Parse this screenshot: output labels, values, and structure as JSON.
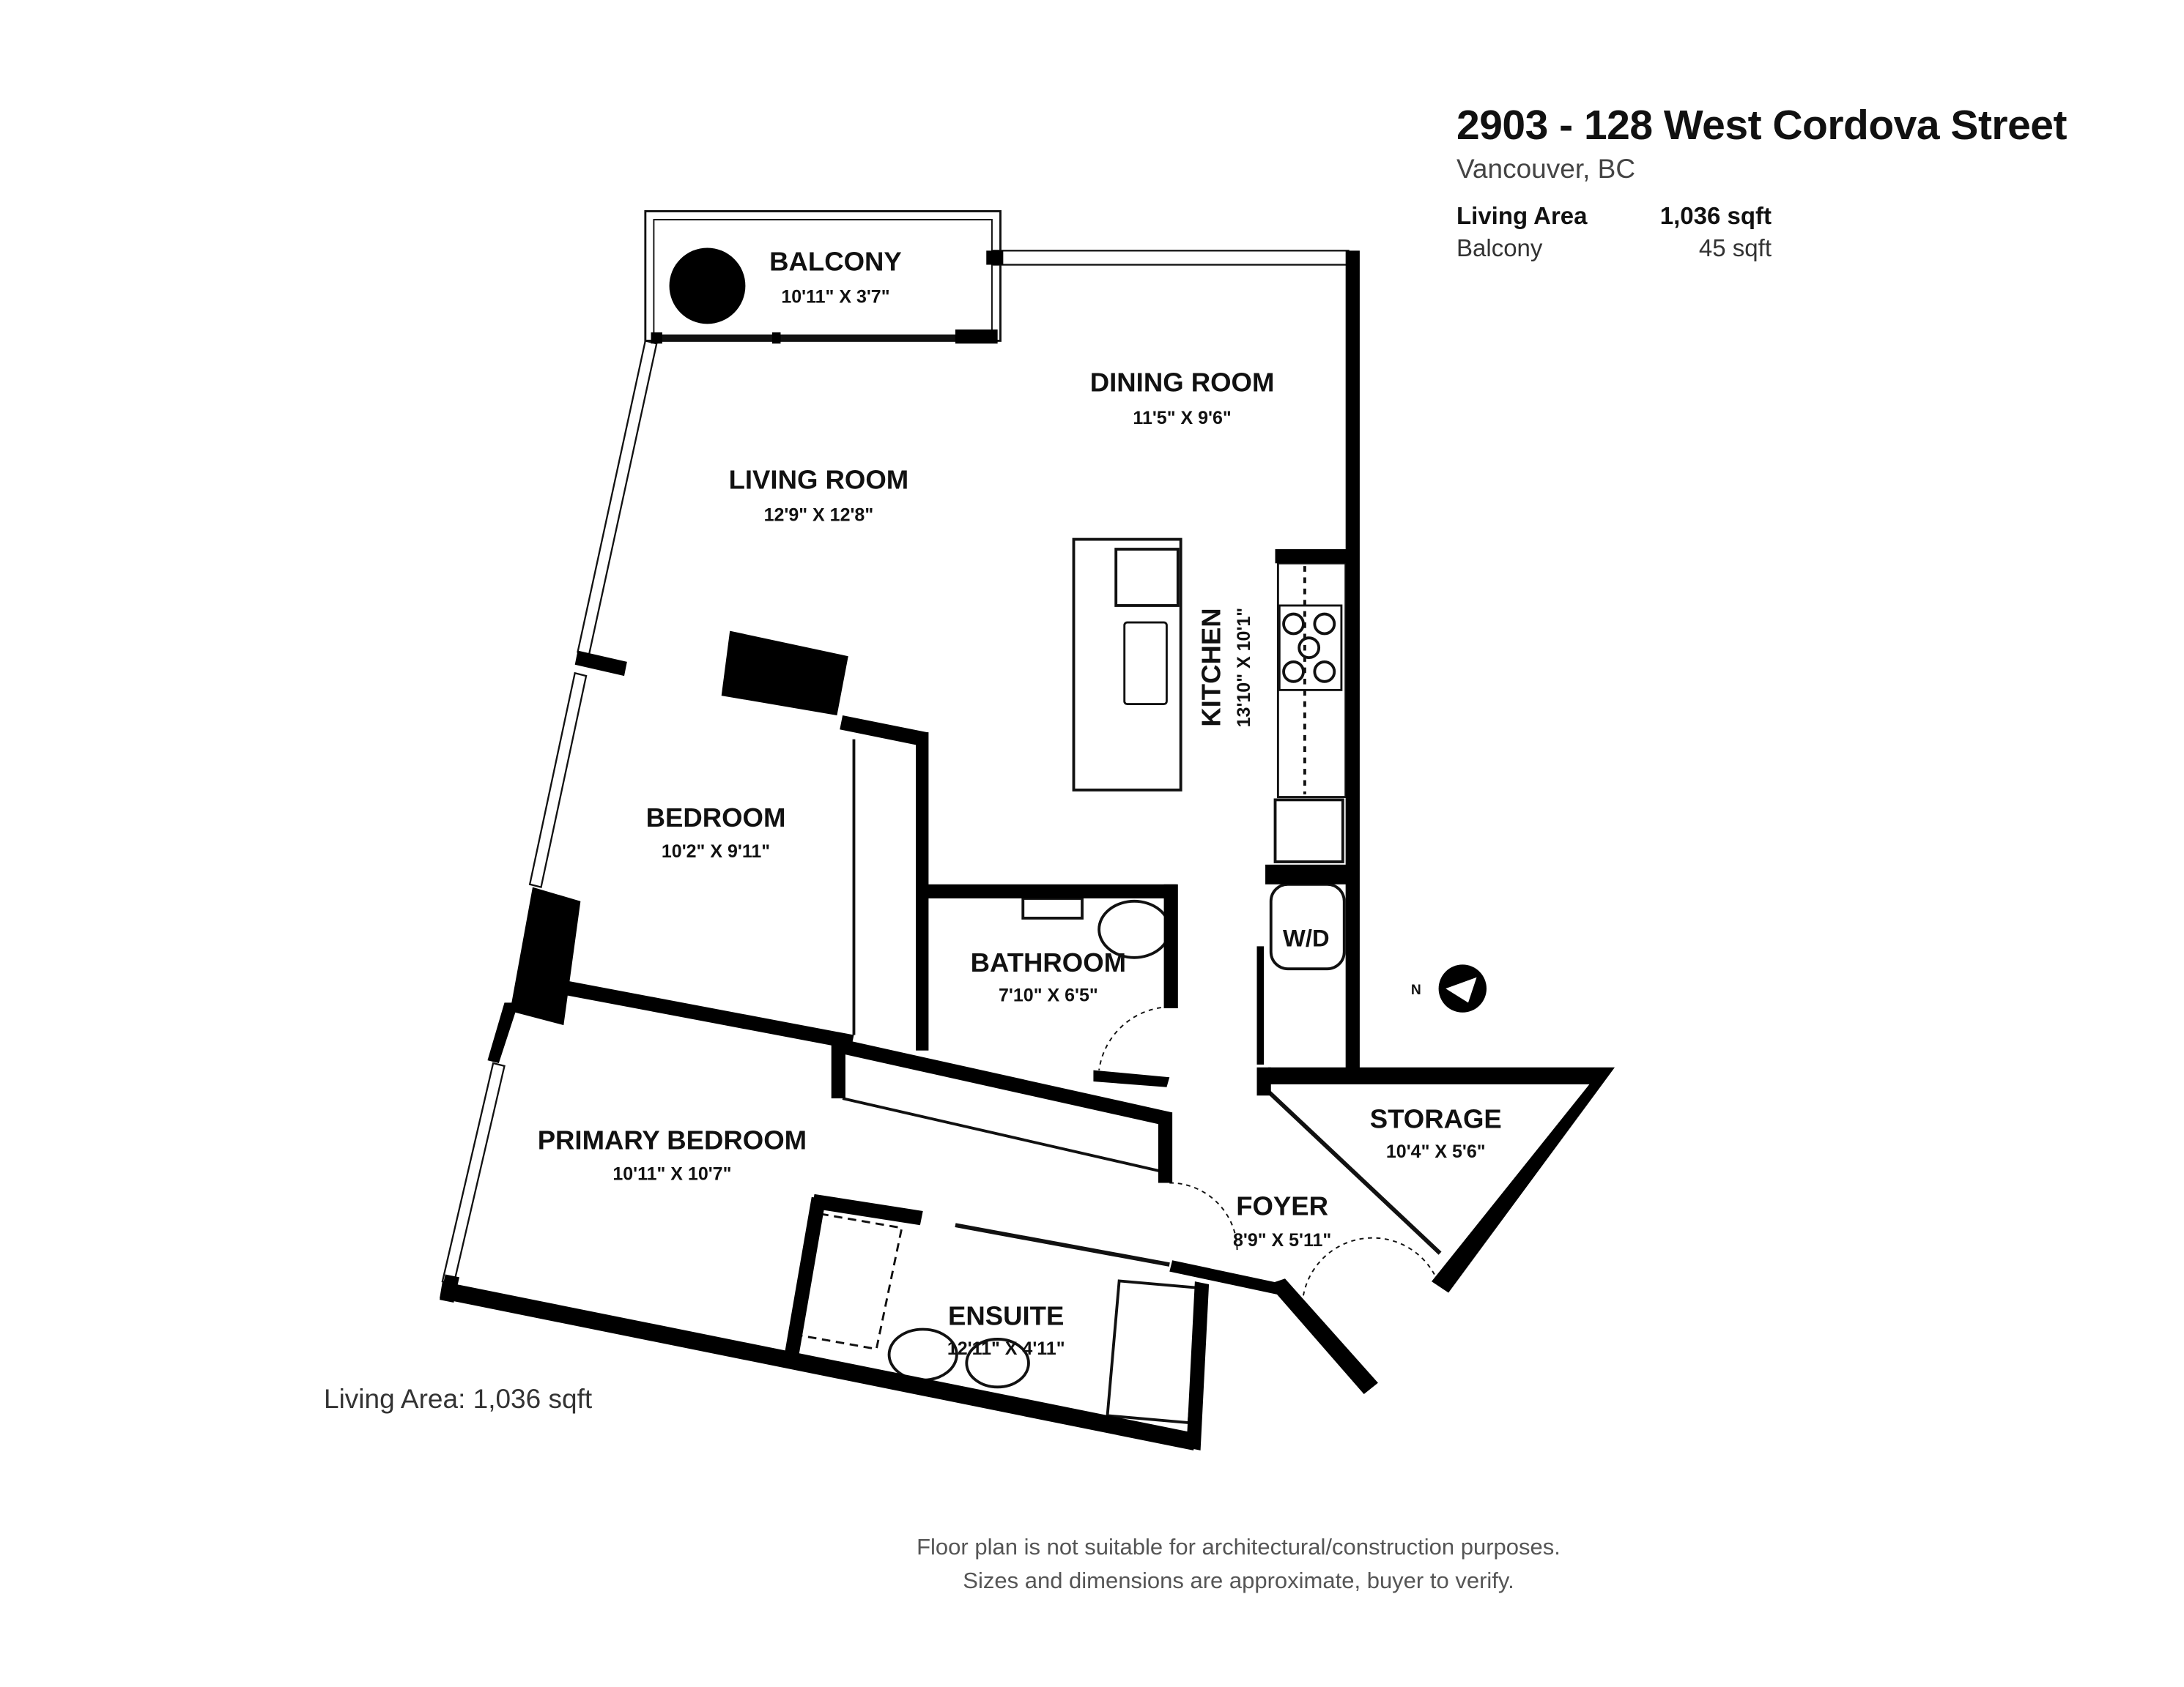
{
  "header": {
    "title": "2903 - 128 West Cordova Street",
    "city": "Vancouver, BC",
    "areas": [
      {
        "label": "Living Area",
        "value": "1,036 sqft"
      },
      {
        "label": "Balcony",
        "value": "45 sqft"
      }
    ]
  },
  "rooms": {
    "balcony": {
      "name": "BALCONY",
      "dims": "10'11\" X 3'7\""
    },
    "dining": {
      "name": "DINING ROOM",
      "dims": "11'5\" X 9'6\""
    },
    "living": {
      "name": "LIVING ROOM",
      "dims": "12'9\" X 12'8\""
    },
    "kitchen": {
      "name": "KITCHEN",
      "dims": "13'10\" X 10'1\""
    },
    "bedroom": {
      "name": "BEDROOM",
      "dims": "10'2\" X 9'11\""
    },
    "bathroom": {
      "name": "BATHROOM",
      "dims": "7'10\" X 6'5\""
    },
    "storage": {
      "name": "STORAGE",
      "dims": "10'4\" X 5'6\""
    },
    "primary": {
      "name": "PRIMARY BEDROOM",
      "dims": "10'11\" X 10'7\""
    },
    "foyer": {
      "name": "FOYER",
      "dims": "8'9\" X 5'11\""
    },
    "ensuite": {
      "name": "ENSUITE",
      "dims": "12'11\" X 4'11\""
    }
  },
  "fixtures": {
    "washer_dryer": "W/D",
    "north": "N"
  },
  "footer": {
    "living_area": "Living Area: 1,036 sqft",
    "disclaimer_1": "Floor plan is not suitable for architectural/construction purposes.",
    "disclaimer_2": "Sizes and dimensions are approximate, buyer to verify."
  }
}
